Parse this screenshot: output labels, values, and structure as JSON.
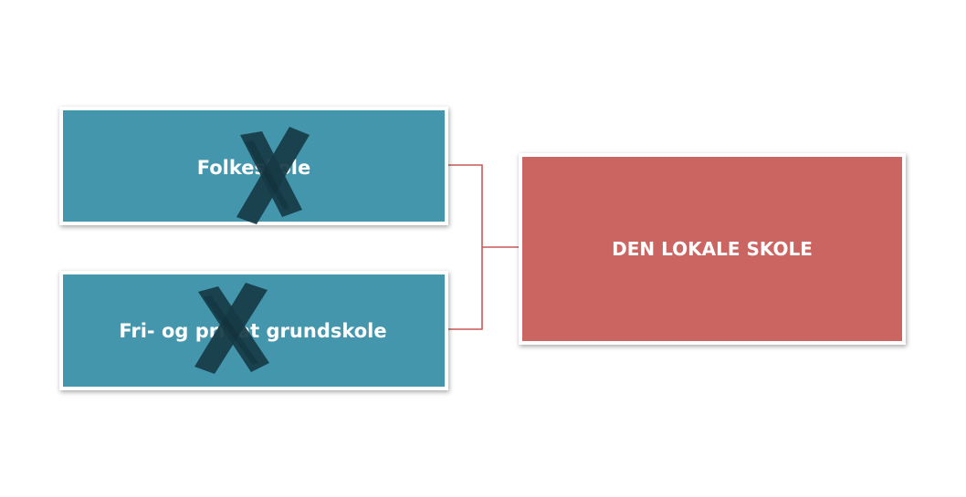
{
  "diagram": {
    "nodes": [
      {
        "id": "folkeskole",
        "label": "Folkeskole",
        "crossed_out": true,
        "color": "#4396ab"
      },
      {
        "id": "friskole",
        "label": "Fri- og privat grundskole",
        "crossed_out": true,
        "color": "#4396ab"
      },
      {
        "id": "lokale",
        "label": "DEN LOKALE SKOLE",
        "crossed_out": false,
        "color": "#cb6562"
      }
    ],
    "edges": [
      {
        "from": "folkeskole",
        "to": "lokale"
      },
      {
        "from": "friskole",
        "to": "lokale"
      }
    ],
    "colors": {
      "connector": "#c9595a",
      "cross": "#163a45"
    }
  }
}
